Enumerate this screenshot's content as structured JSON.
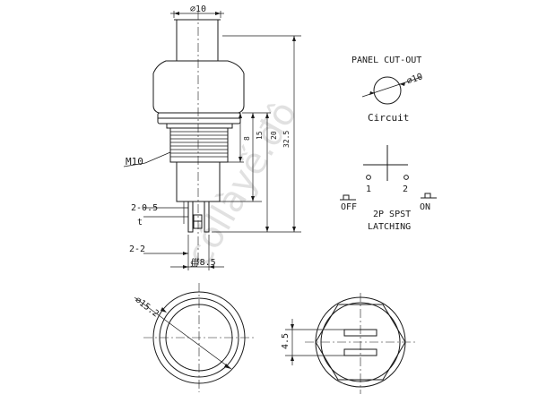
{
  "drawing": {
    "dims": {
      "top_diameter": "⌀10",
      "thread": "M10",
      "thickness": "2-0.5",
      "terminal_width": "2-2",
      "pin_spacing": "∰8.5",
      "front_diameter": "⌀15.2",
      "hex_spacing": "4.5",
      "h8": "8",
      "h15": "15",
      "h20": "20",
      "h32_5": "32.5",
      "t_mark": "t"
    },
    "panel": {
      "title": "PANEL CUT-OUT",
      "hole_diameter": "⌀10"
    },
    "circuit": {
      "title": "Circuit",
      "pin1": "1",
      "pin2": "2",
      "off_label": "OFF",
      "on_label": "ON",
      "type_line1": "2P SPST",
      "type_line2": "LATCHING"
    },
    "watermark": "cóllàyế.đô"
  }
}
